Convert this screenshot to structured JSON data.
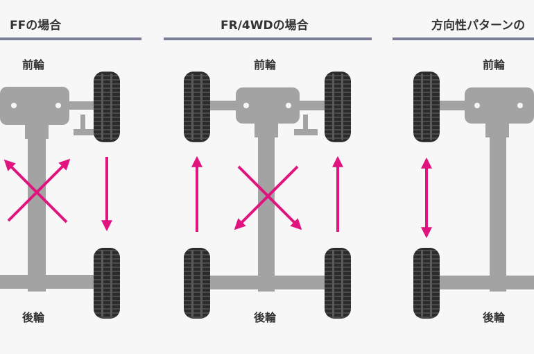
{
  "panels": [
    {
      "title": "FFの場合",
      "front_label": "前輪",
      "rear_label": "後輪"
    },
    {
      "title": "FR/4WDの場合",
      "front_label": "前輪",
      "rear_label": "後輪"
    },
    {
      "title": "方向性パターンの",
      "front_label": "前輪",
      "rear_label": "後輪"
    }
  ],
  "colors": {
    "arrow": "#e0137f",
    "frame": "#a3a3a3",
    "rule": "#7b7d95",
    "tire": "#2b2b2b"
  }
}
